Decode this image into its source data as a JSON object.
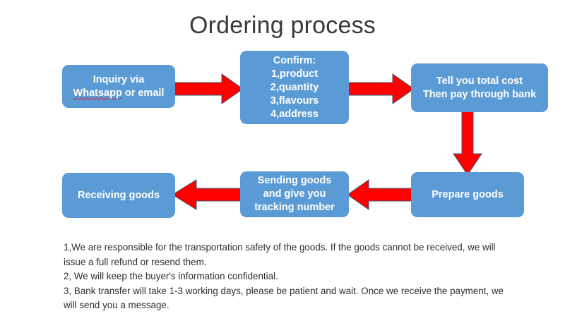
{
  "title": "Ordering process",
  "colors": {
    "node_fill": "#5B9BD5",
    "node_text": "#FFFFFF",
    "arrow_fill": "#FF0000",
    "arrow_outline": "#3B5A7A",
    "title_text": "#3A3A3A",
    "footer_text": "#2E2E2E",
    "spellcheck_underline": "#E8172A",
    "background": "#FFFFFF"
  },
  "nodes": [
    {
      "id": "inquiry",
      "lines": [
        "Inquiry via",
        "Whatsapp or email"
      ],
      "spellcheck_word": "Whatsapp",
      "spellcheck_rest": " or email"
    },
    {
      "id": "confirm",
      "lines": [
        "Confirm:",
        "1,product",
        "2,quantity",
        "3,flavours",
        "4,address"
      ]
    },
    {
      "id": "cost",
      "lines": [
        "Tell you total cost",
        "Then pay through bank"
      ]
    },
    {
      "id": "prepare",
      "lines": [
        "Prepare goods"
      ]
    },
    {
      "id": "sending",
      "lines": [
        "Sending goods",
        "and give you",
        "tracking number"
      ]
    },
    {
      "id": "receiving",
      "lines": [
        "Receiving goods"
      ]
    }
  ],
  "arrows": [
    {
      "id": "arrow-1",
      "from": "inquiry",
      "to": "confirm",
      "direction": "right"
    },
    {
      "id": "arrow-2",
      "from": "confirm",
      "to": "cost",
      "direction": "right"
    },
    {
      "id": "arrow-3",
      "from": "cost",
      "to": "prepare",
      "direction": "down"
    },
    {
      "id": "arrow-4",
      "from": "prepare",
      "to": "sending",
      "direction": "left"
    },
    {
      "id": "arrow-5",
      "from": "sending",
      "to": "receiving",
      "direction": "left"
    }
  ],
  "footer": {
    "line1": "1,We are responsible for the transportation safety of the goods. If the goods cannot be received, we will issue a full refund or resend them.",
    "line2": "2, We will keep the buyer's information confidential.",
    "line3": "3, Bank transfer will take 1-3 working days, please be patient and wait. Once we receive the payment, we will send you a message."
  }
}
